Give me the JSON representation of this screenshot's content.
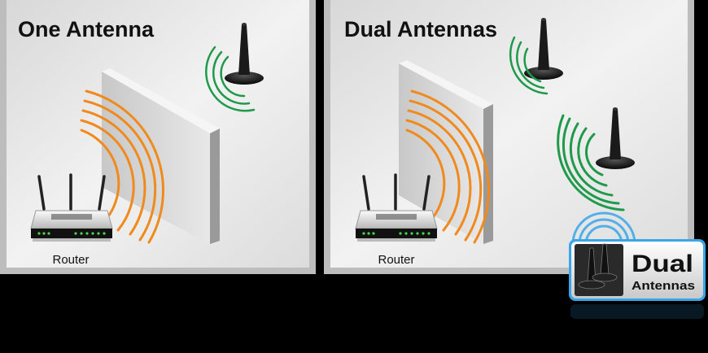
{
  "panels": [
    {
      "title": "One Antenna",
      "router_label": "Router"
    },
    {
      "title": "Dual Antennas",
      "router_label": "Router"
    }
  ],
  "badge": {
    "line1": "Dual",
    "line2": "Antennas"
  },
  "colors": {
    "signal_orange": "#f08a1c",
    "signal_green": "#1e9a4a",
    "badge_blue": "#3aa6e8",
    "background": "#000000"
  }
}
